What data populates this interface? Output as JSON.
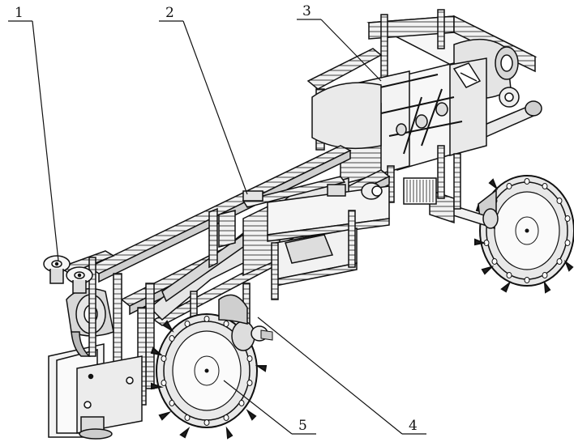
{
  "figure": {
    "description_free": true,
    "callouts": [
      {
        "id": "c1",
        "label": "1"
      },
      {
        "id": "c2",
        "label": "2"
      },
      {
        "id": "c3",
        "label": "3"
      },
      {
        "id": "c4",
        "label": "4"
      },
      {
        "id": "c5",
        "label": "5"
      }
    ],
    "colors": {
      "ink": "#111111",
      "frame": "#1a1a1a",
      "frame_face": "#f4f4f4",
      "frame_shadow": "#9a9a9a",
      "wheel_face": "#e9e9e9",
      "background": "#ffffff"
    }
  }
}
